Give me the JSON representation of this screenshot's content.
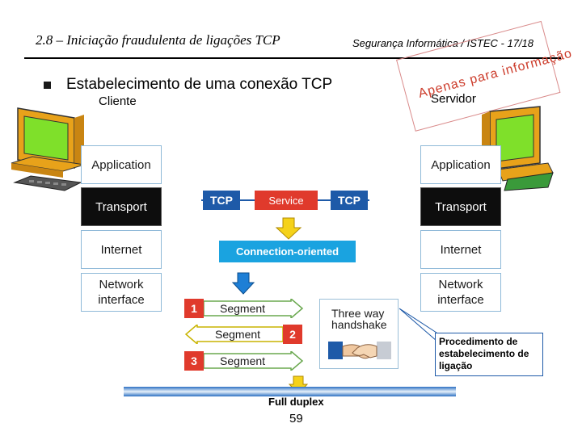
{
  "header": {
    "left_title": "2.8 – Iniciação fraudulenta de ligações TCP",
    "right_title": "Segurança Informática / ISTEC - 17/18"
  },
  "slide": {
    "bullet_heading": "Estabelecimento de uma conexão TCP",
    "client_label": "Cliente",
    "server_label": "Servidor",
    "stamp_text": "Apenas para informação"
  },
  "client_stack": [
    "Application",
    "Transport",
    "Internet",
    "Network\ninterface"
  ],
  "server_stack": [
    "Application",
    "Transport",
    "Internet",
    "Network\ninterface"
  ],
  "tcp_service": {
    "left": "TCP",
    "middle": "Service",
    "right": "TCP"
  },
  "connection_label": "Connection-oriented",
  "segments": [
    {
      "number": "1",
      "label": "Segment",
      "direction": "right"
    },
    {
      "number": "2",
      "label": "Segment",
      "direction": "left"
    },
    {
      "number": "3",
      "label": "Segment",
      "direction": "right"
    }
  ],
  "handshake_label": "Three way\nhandshake",
  "callout_text": "Procedimento de estabelecimento de ligação",
  "full_duplex_label": "Full duplex",
  "page_number": "59",
  "colors": {
    "tcp_blue": "#1e5aa8",
    "service_red": "#e03a2c",
    "connection_cyan": "#1aa3e0",
    "arrow_yellow": "#f5d21a",
    "arrow_green": "#9bd84a",
    "transport_black": "#0d0d0d"
  },
  "icons": [
    "computer-icon",
    "handshake-icon",
    "down-arrow-icon",
    "right-arrow-icon",
    "left-arrow-icon"
  ]
}
